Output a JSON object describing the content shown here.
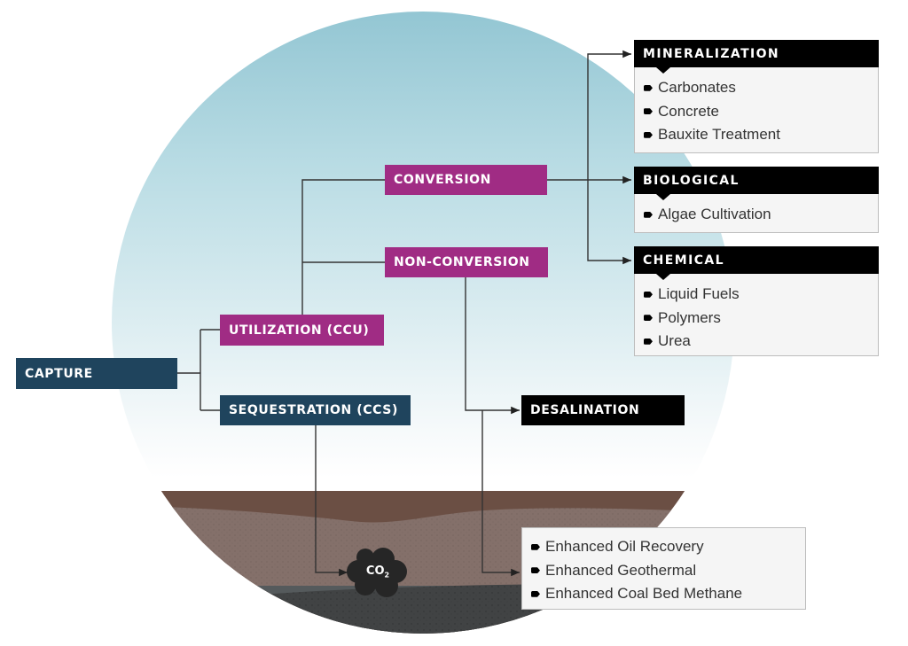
{
  "diagram": {
    "root": {
      "label": "CAPTURE"
    },
    "branches": {
      "utilization": {
        "label": "UTILIZATION (CCU)"
      },
      "sequestration": {
        "label": "SEQUESTRATION (CCS)"
      }
    },
    "utilization_children": {
      "conversion": {
        "label": "CONVERSION"
      },
      "non_conversion": {
        "label": "NON-CONVERSION"
      }
    },
    "conversion_panels": [
      {
        "title": "MINERALIZATION",
        "items": [
          "Carbonates",
          "Concrete",
          "Bauxite Treatment"
        ]
      },
      {
        "title": "BIOLOGICAL",
        "items": [
          "Algae Cultivation"
        ]
      },
      {
        "title": "CHEMICAL",
        "items": [
          "Liquid Fuels",
          "Polymers",
          "Urea"
        ]
      }
    ],
    "non_conversion_children": {
      "desalination": {
        "label": "DESALINATION"
      },
      "enhanced_recovery": {
        "items": [
          "Enhanced Oil Recovery",
          "Enhanced Geothermal",
          "Enhanced Coal Bed Methane"
        ]
      }
    },
    "storage": {
      "co2_label": "CO",
      "co2_subscript": "2"
    },
    "colors": {
      "utilization": "#a02c84",
      "capture": "#1f445d",
      "category": "#000000",
      "panel_bg": "#f5f5f5",
      "sky_top": "#93c6d3",
      "soil_top": "#6b4f44",
      "soil_mid": "#84706a",
      "rock": "#414344"
    }
  }
}
